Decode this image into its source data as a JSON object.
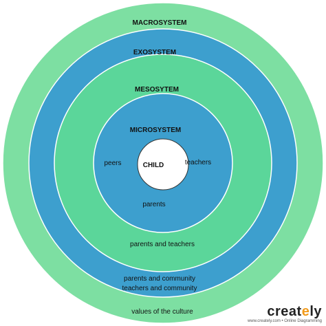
{
  "rings": {
    "macrosystem": {
      "title": "MACROSYSTEM",
      "items": [
        "values of the culture"
      ]
    },
    "exosystem": {
      "title": "EXOSYSTEM",
      "items": [
        "parents and community",
        "teachers and community"
      ]
    },
    "mesosystem": {
      "title": "MESOSYTEM",
      "items": [
        "parents and teachers"
      ]
    },
    "microsystem": {
      "title": "MICROSYSTEM",
      "items": [
        "peers",
        "teachers",
        "parents"
      ]
    },
    "center": {
      "label": "CHILD"
    }
  },
  "colors": {
    "macrosystem": "#7ddfa2",
    "exosystem": "#3d9fce",
    "mesosystem": "#5bd69a",
    "microsystem": "#3d9fce",
    "center": "#ffffff",
    "stroke": "#ffffff",
    "text": "#111111"
  },
  "branding": {
    "name_main": "creat",
    "name_accent": "ly",
    "name_insert": "e",
    "tagline": "www.creately.com • Online Diagramming"
  }
}
